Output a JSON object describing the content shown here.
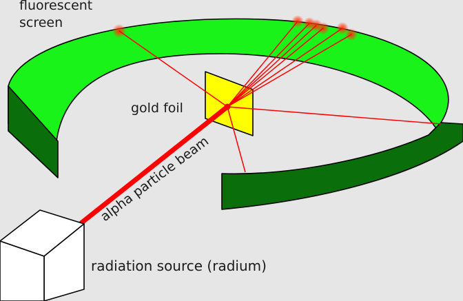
{
  "labels": {
    "screen_line1": "fluorescent",
    "screen_line2": "screen",
    "foil": "gold foil",
    "beam": "alpha particle beam",
    "source": "radiation source (radium)"
  },
  "colors": {
    "background": "#e6e6e6",
    "screen_inner": "#19f319",
    "screen_outer": "#0a6e0a",
    "foil": "#ffff00",
    "beam": "#ff0000",
    "source": "#ffffff"
  }
}
